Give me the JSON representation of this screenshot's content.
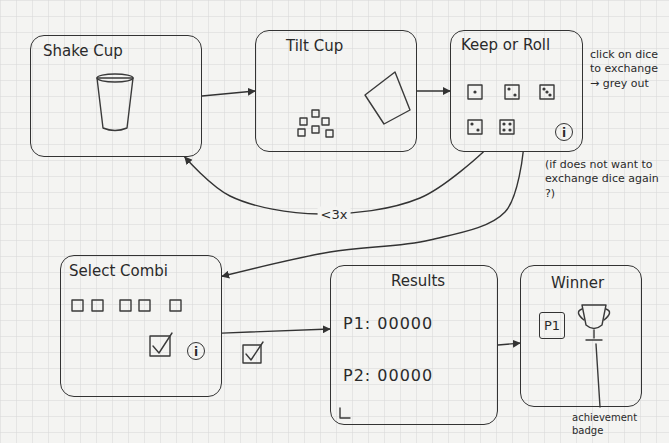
{
  "diagram": {
    "nodes": [
      {
        "text": [
          "Shake Cup"
        ]
      },
      {
        "text": [
          "Tilt Cup"
        ]
      },
      {
        "text": [
          "Keep or Roll",
          "i"
        ]
      },
      {
        "text": [
          "Select Combi",
          "i"
        ]
      },
      {
        "text": [
          "Results",
          "P1: 00000",
          "P2: 00000"
        ]
      },
      {
        "text": [
          "Winner",
          "P1"
        ]
      }
    ],
    "edges": [
      {
        "from": 0,
        "to": 1,
        "arrow": "to"
      },
      {
        "from": 1,
        "to": 2,
        "arrow": "to"
      },
      {
        "from": 2,
        "to": 0,
        "label": "<3x",
        "arrow": "to"
      },
      {
        "from": 2,
        "to": 3,
        "arrow": "to"
      },
      {
        "from": 3,
        "to": 4,
        "arrow": "to"
      },
      {
        "from": 4,
        "to": 5,
        "arrow": "to"
      }
    ],
    "labels": [
      "click on dice to exchange → grey out",
      "(if does not want to exchange dice again ?)",
      "achievement badge"
    ]
  }
}
